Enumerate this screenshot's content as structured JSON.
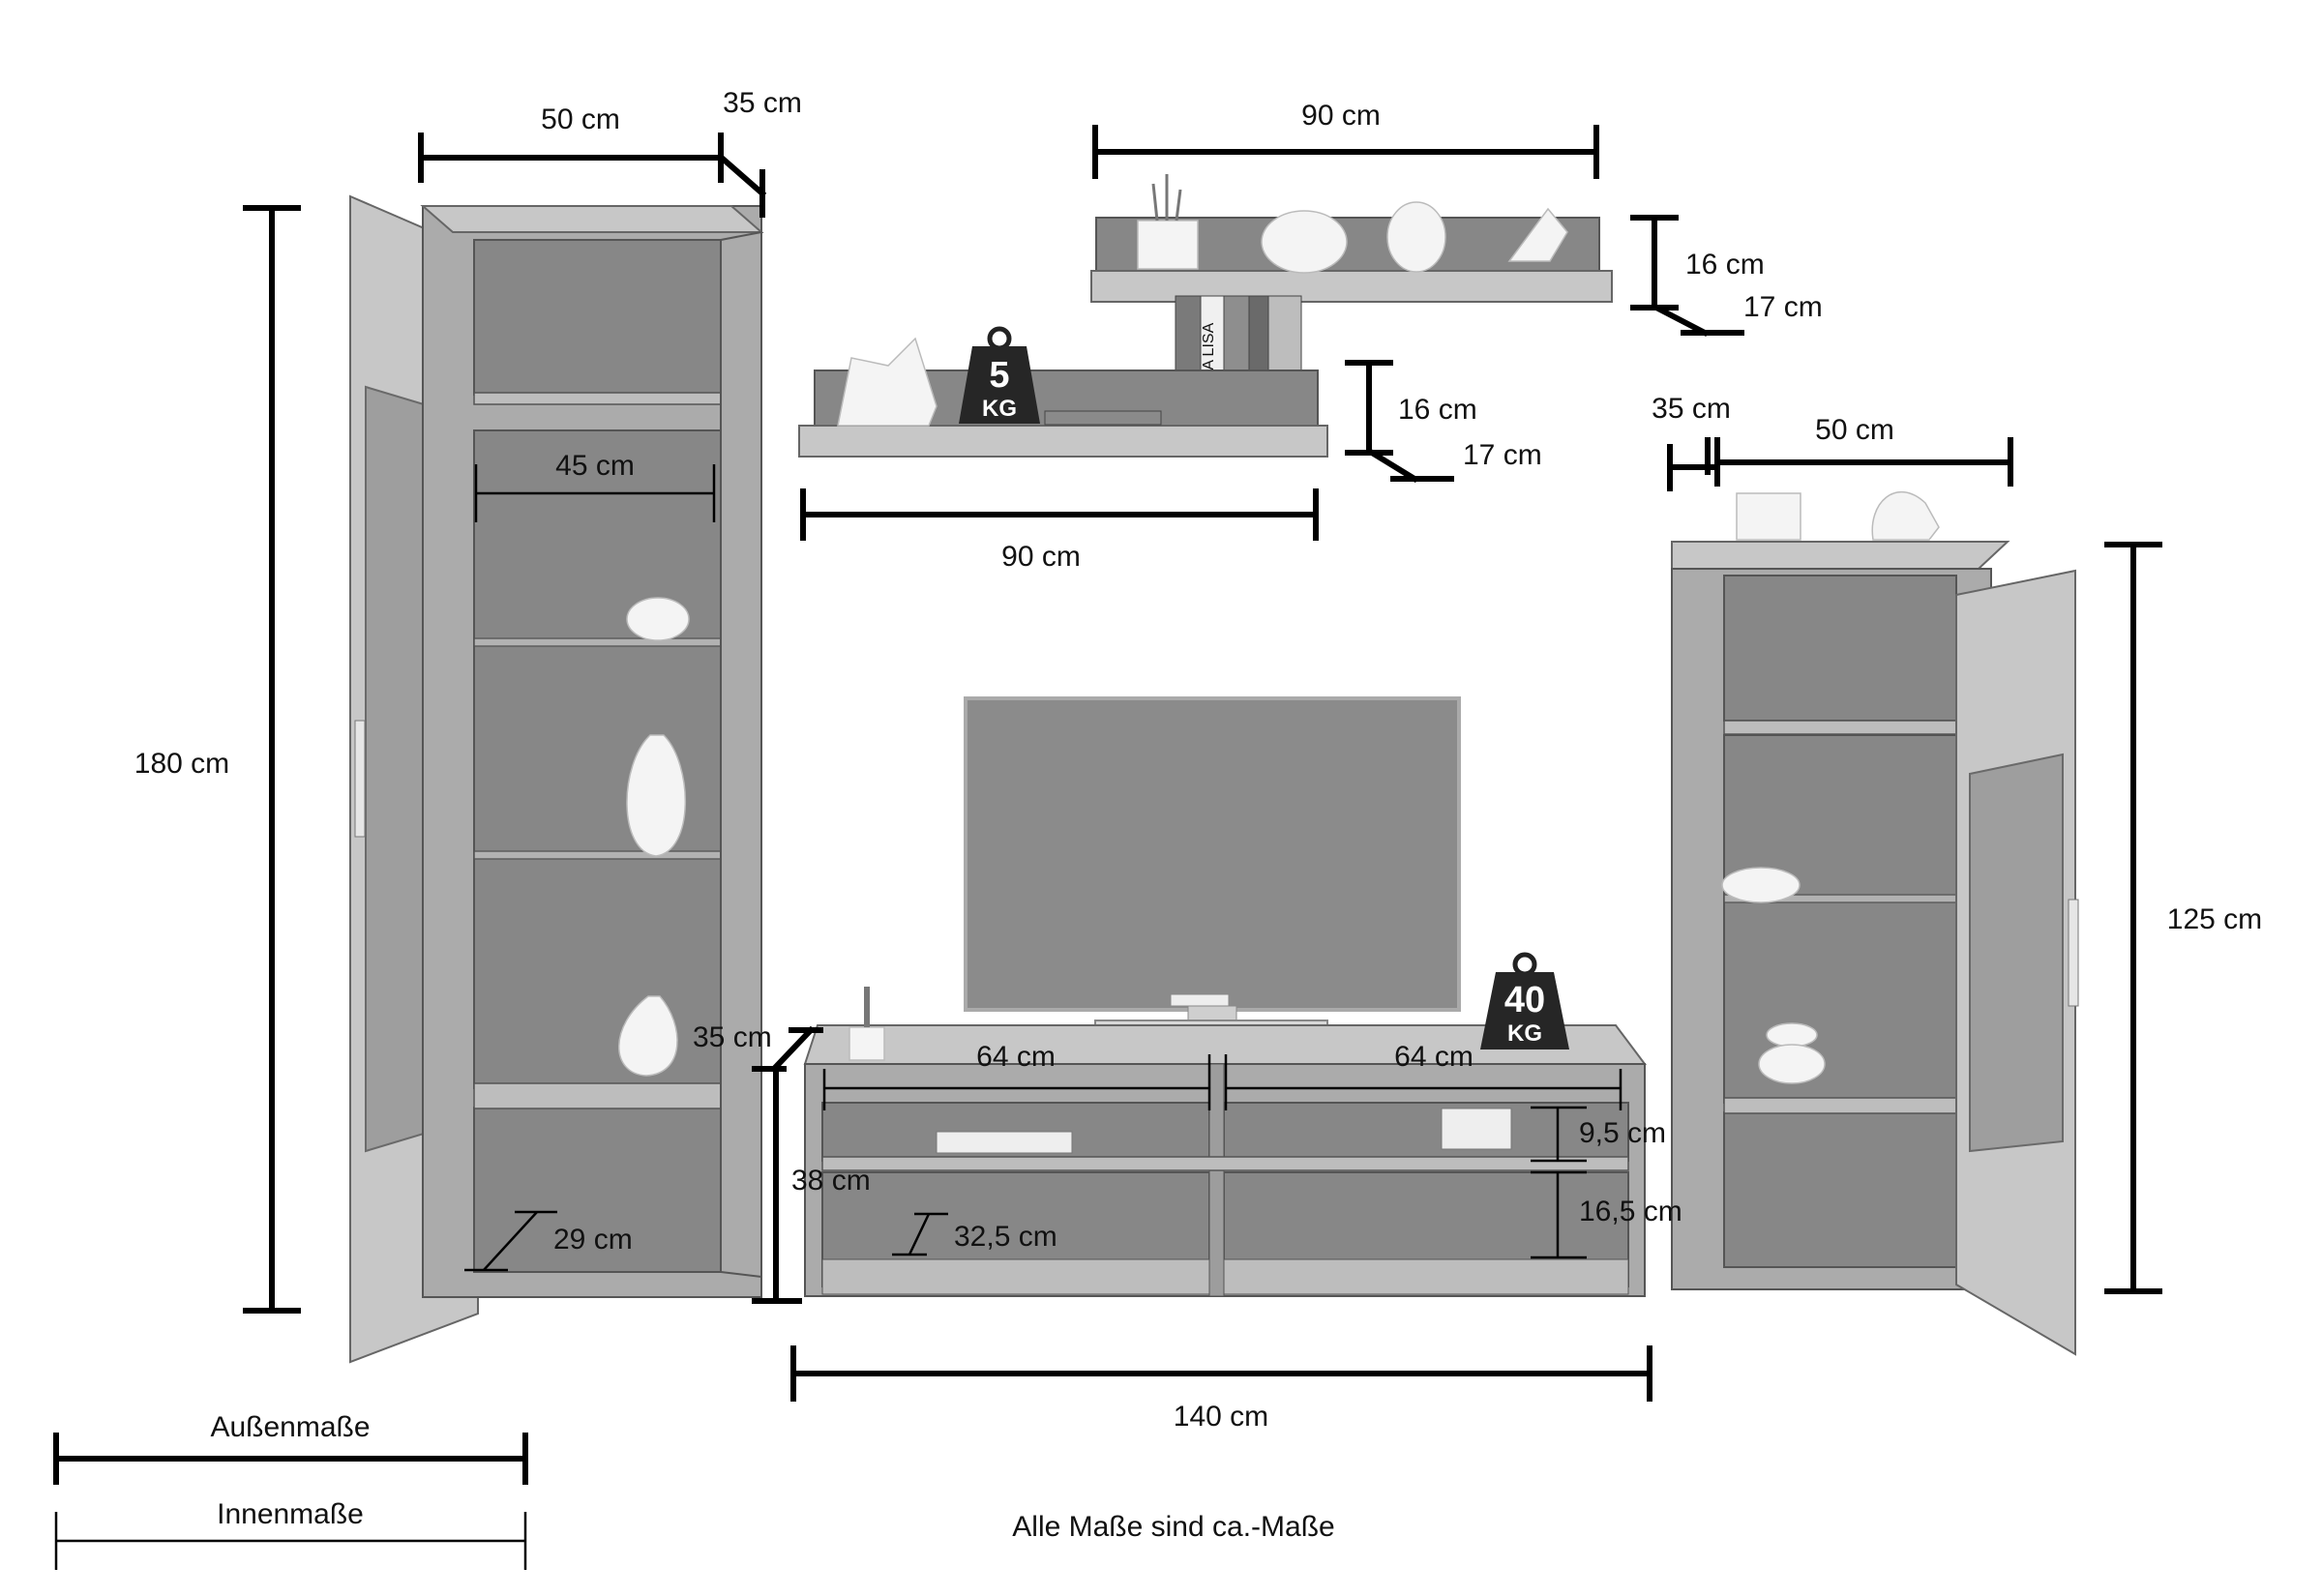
{
  "measurements": {
    "left_cabinet": {
      "width": "50 cm",
      "depth": "35 cm",
      "height": "180 cm",
      "inner_width": "45 cm",
      "inner_depth": "29 cm"
    },
    "upper_shelf": {
      "width": "90 cm",
      "height": "16 cm",
      "depth": "17 cm"
    },
    "lower_shelf": {
      "width": "90 cm",
      "height": "16 cm",
      "depth": "17 cm",
      "weight_badge_value": "5",
      "weight_badge_unit": "KG"
    },
    "right_cabinet": {
      "depth": "35 cm",
      "width": "50 cm",
      "height": "125 cm"
    },
    "tv_board": {
      "depth": "35 cm",
      "height": "38 cm",
      "inner_width_left": "64 cm",
      "inner_width_right": "64 cm",
      "compartment_height_upper": "9,5 cm",
      "compartment_height_lower": "16,5 cm",
      "inner_depth": "32,5 cm",
      "width": "140 cm",
      "weight_badge_value": "40",
      "weight_badge_unit": "KG"
    }
  },
  "book_spine_text": "MONA LISA",
  "legend": {
    "outer_label": "Außenmaße",
    "inner_label": "Innenmaße"
  },
  "footnote": "Alle Maße sind ca.-Maße"
}
